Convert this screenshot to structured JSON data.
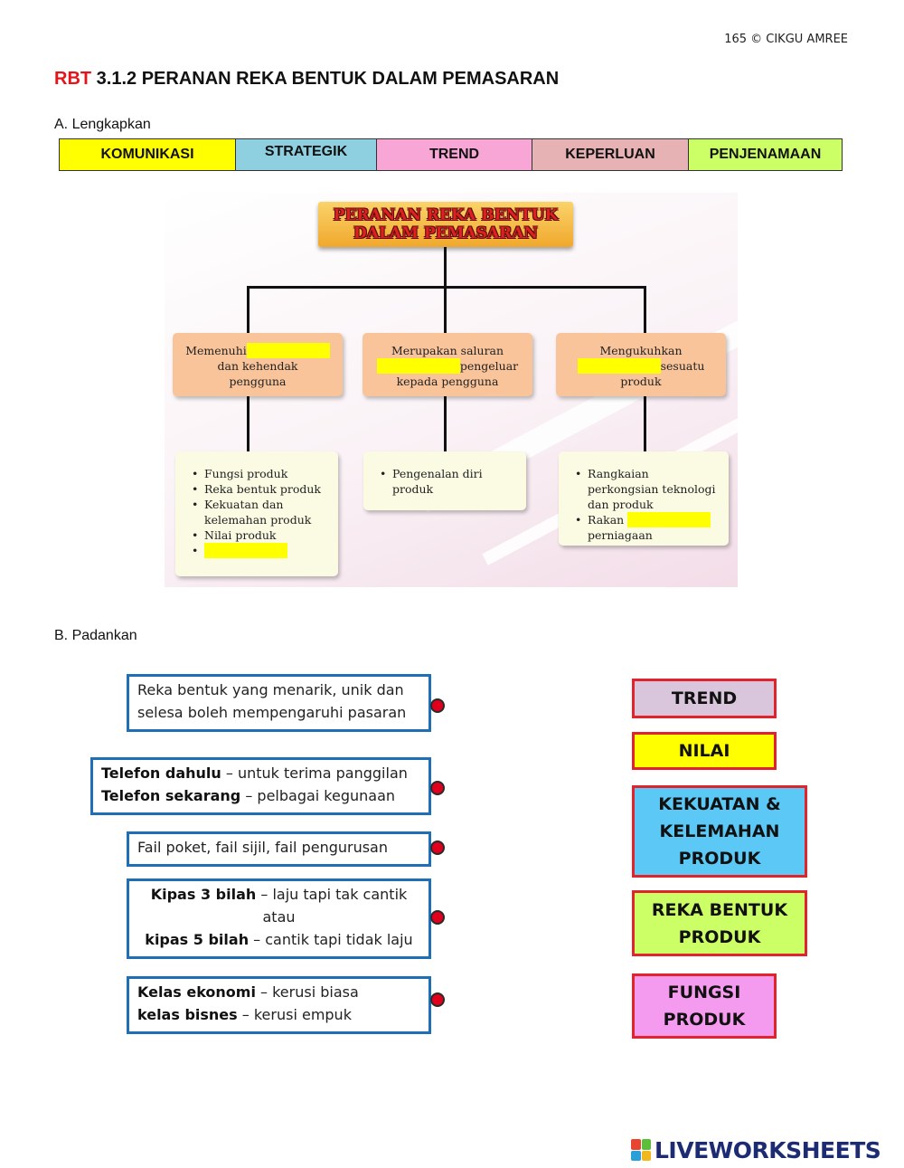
{
  "header": {
    "credit": "165 © CIKGU AMREE",
    "title_prefix": "RBT",
    "title_rest": " 3.1.2 PERANAN REKA BENTUK DALAM PEMASARAN"
  },
  "section_a": {
    "label": "A. Lengkapkan",
    "word_bank": [
      {
        "text": "KOMUNIKASI",
        "color": "#ffff00"
      },
      {
        "text": "STRATEGIK",
        "color": "#8ecfe0"
      },
      {
        "text": "TREND",
        "color": "#f8a6d6"
      },
      {
        "text": "KEPERLUAN",
        "color": "#e6b2b4"
      },
      {
        "text": "PENJENAMAAN",
        "color": "#ccff66"
      }
    ],
    "diagram": {
      "title_line1": "PERANAN REKA BENTUK",
      "title_line2": "DALAM PEMASARAN",
      "roles": [
        {
          "line1": "Memenuhi",
          "line2": "dan kehendak",
          "line3": "pengguna"
        },
        {
          "line1": "Merupakan saluran",
          "line2": "pengeluar",
          "line3": "kepada pengguna"
        },
        {
          "line1": "Mengukuhkan",
          "line2": "sesuatu",
          "line3": "produk"
        }
      ],
      "points_left": [
        "Fungsi produk",
        "Reka bentuk produk",
        "Kekuatan dan kelemahan produk",
        "Nilai produk"
      ],
      "points_middle": [
        "Pengenalan diri produk"
      ],
      "points_right": [
        "Rangkaian perkongsian teknologi dan produk",
        "Rakan",
        "perniagaan"
      ]
    }
  },
  "section_b": {
    "label": "B. Padankan",
    "clues": [
      {
        "line1": "Reka bentuk yang menarik, unik dan",
        "line2": "selesa boleh mempengaruhi pasaran"
      },
      {
        "bold1": "Telefon dahulu",
        "rest1": " – untuk terima panggilan",
        "bold2": "Telefon sekarang",
        "rest2": " – pelbagai kegunaan"
      },
      {
        "line1": "Fail poket, fail sijil, fail pengurusan"
      },
      {
        "bold1": "Kipas 3 bilah",
        "rest1": " – laju tapi tak cantik",
        "mid": "atau",
        "bold2": "kipas 5 bilah",
        "rest2": " – cantik tapi tidak laju"
      },
      {
        "bold1": "Kelas ekonomi",
        "rest1": "  – kerusi biasa",
        "bold2": "kelas bisnes",
        "rest2": " – kerusi empuk"
      }
    ],
    "answers": [
      {
        "line1": "TREND",
        "color": "#d9c6dc"
      },
      {
        "line1": "NILAI",
        "color": "#ffff00"
      },
      {
        "line1": "KEKUATAN &",
        "line2": "KELEMAHAN",
        "line3": "PRODUK",
        "color": "#5bc8f5"
      },
      {
        "line1": "REKA BENTUK",
        "line2": "PRODUK",
        "color": "#ccff66"
      },
      {
        "line1": "FUNGSI",
        "line2": "PRODUK",
        "color": "#f59bef"
      }
    ]
  },
  "footer": {
    "logo_text": "LIVEWORKSHEETS",
    "logo_colors": [
      "#e8442f",
      "#5bbf3b",
      "#2a9fd8",
      "#f2b81b"
    ]
  }
}
